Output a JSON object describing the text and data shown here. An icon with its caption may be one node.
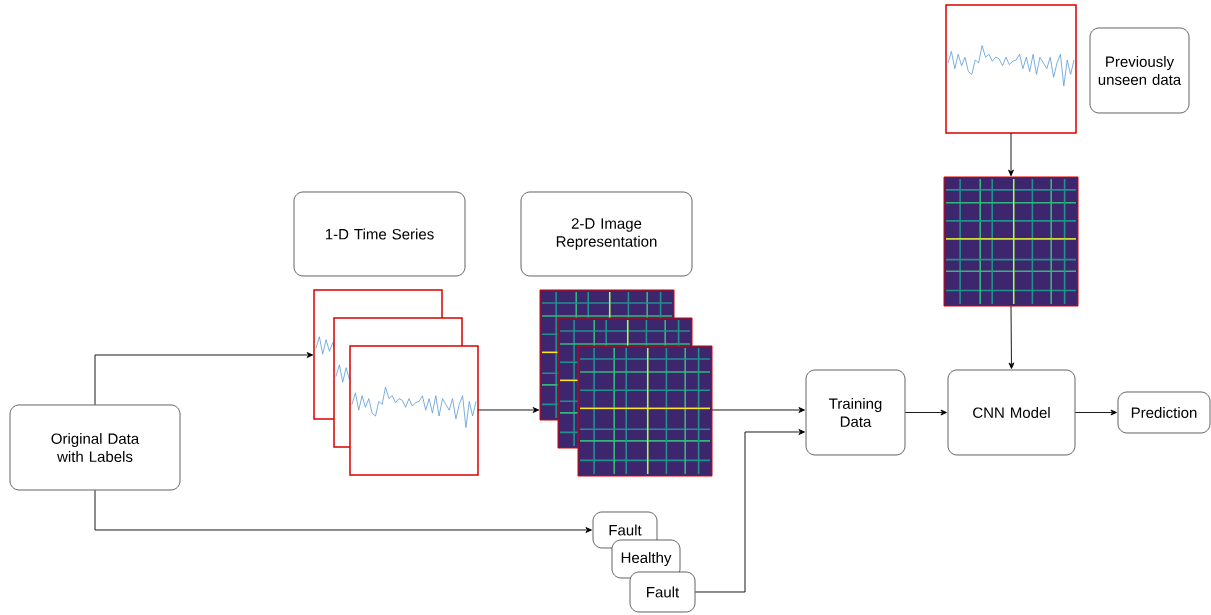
{
  "diagram": {
    "nodes": [
      {
        "text": [
          "Original Data with Labels"
        ]
      },
      {
        "text": [
          "1-D Time Series"
        ]
      },
      {
        "text": [
          "2-D Image Representation"
        ]
      },
      {
        "text": [],
        "shape": "picture"
      },
      {
        "text": [],
        "shape": "picture"
      },
      {
        "text": [
          "Training Data"
        ]
      },
      {
        "text": [
          "CNN Model"
        ]
      },
      {
        "text": [
          "Prediction"
        ]
      },
      {
        "text": [
          "Previously unseen data"
        ]
      },
      {
        "text": [],
        "shape": "picture"
      },
      {
        "text": [],
        "shape": "picture"
      },
      {
        "text": [
          "Fault"
        ]
      },
      {
        "text": [
          "Healthy"
        ]
      },
      {
        "text": [
          "Fault"
        ]
      }
    ],
    "edges": [
      {
        "from": 0,
        "to": 3,
        "arrow": "to"
      },
      {
        "from": 3,
        "to": 4,
        "arrow": "to"
      },
      {
        "from": 4,
        "to": 5,
        "arrow": "to"
      },
      {
        "from": 13,
        "to": 5,
        "arrow": "to"
      },
      {
        "from": 0,
        "to": 11,
        "arrow": "to"
      },
      {
        "from": 5,
        "to": 6,
        "arrow": "to"
      },
      {
        "from": 6,
        "to": 7,
        "arrow": "to"
      },
      {
        "from": 9,
        "to": 10,
        "arrow": "to"
      },
      {
        "from": 10,
        "to": 6,
        "arrow": "to"
      }
    ]
  }
}
